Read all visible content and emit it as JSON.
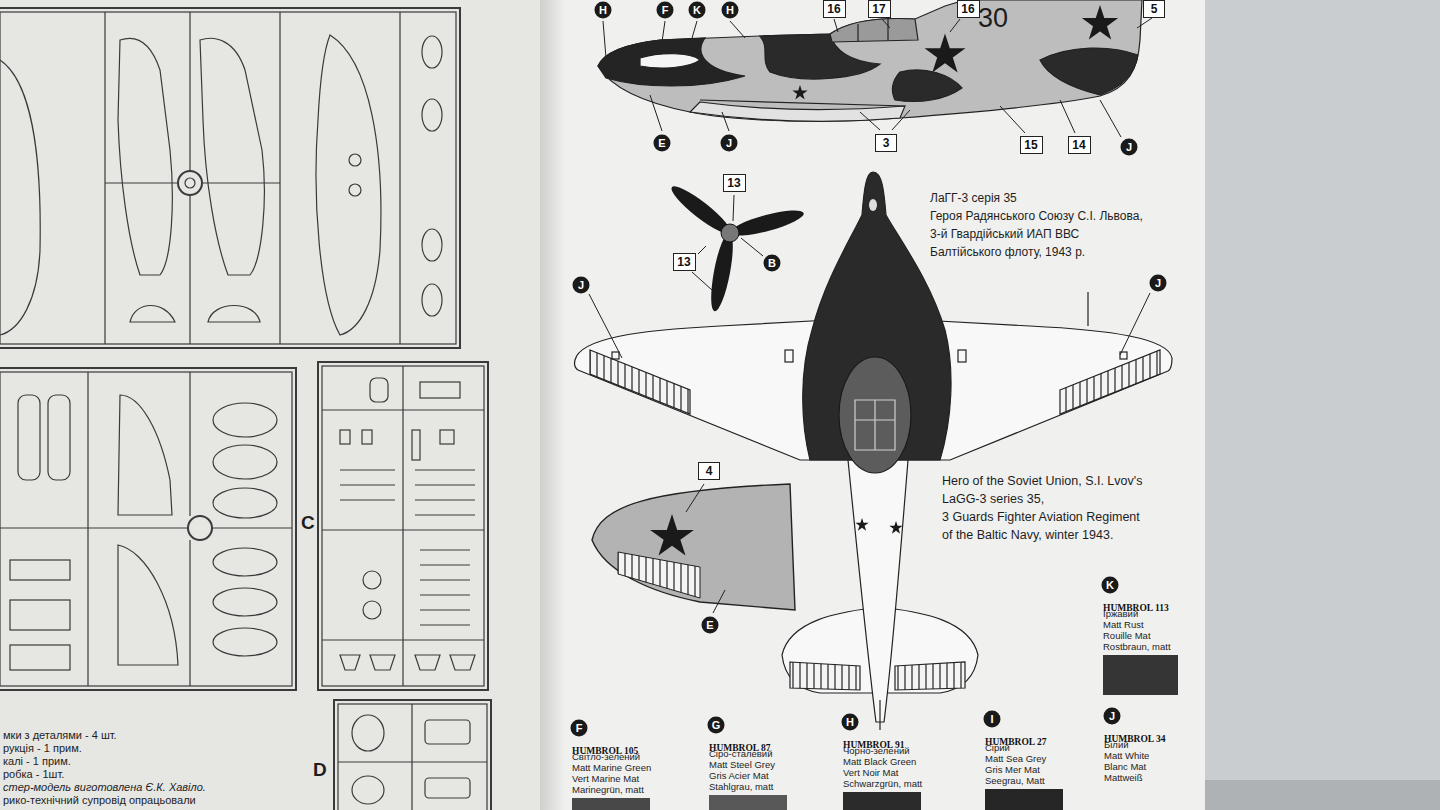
{
  "diagram": {
    "nodes": [
      {
        "text": [
          "H"
        ]
      },
      {
        "text": [
          "F"
        ]
      },
      {
        "text": [
          "K"
        ]
      },
      {
        "text": [
          "H"
        ]
      },
      {
        "text": [
          "16"
        ]
      },
      {
        "text": [
          "17"
        ]
      },
      {
        "text": [
          "16"
        ]
      },
      {
        "text": [
          "5"
        ]
      },
      {
        "text": [
          "3"
        ]
      },
      {
        "text": [
          "15"
        ]
      },
      {
        "text": [
          "14"
        ]
      },
      {
        "text": [
          "J"
        ]
      },
      {
        "text": [
          "E"
        ]
      },
      {
        "text": [
          "J"
        ]
      },
      {
        "text": [
          "13"
        ]
      },
      {
        "text": [
          "13"
        ]
      },
      {
        "text": [
          "B"
        ]
      },
      {
        "text": [
          "J"
        ]
      },
      {
        "text": [
          "J"
        ]
      },
      {
        "text": [
          "4"
        ]
      },
      {
        "text": [
          "E"
        ]
      },
      {
        "text": [
          "K"
        ]
      },
      {
        "text": [
          "F"
        ]
      },
      {
        "text": [
          "G"
        ]
      },
      {
        "text": [
          "H"
        ]
      },
      {
        "text": [
          "I"
        ]
      },
      {
        "text": [
          "J"
        ]
      }
    ],
    "labels": [
      "C",
      "D",
      "мки з деталями - 4 шт.",
      "рукція - 1 прим.",
      "калі - 1 прим.",
      "робка - 1шт.",
      "стер-модель виготовлена Є.К. Хавіло.",
      "рико-технічний супровід опрацьовали",
      "30",
      "ЛаГГ-3 серія 35",
      "Героя Радянського Союзу С.І. Львова,",
      "3-й Гвардійський ИАП ВВС",
      "Балтійського флоту, 1943 р.",
      "Hero of the Soviet Union, S.I. Lvov's",
      "LaGG-3 series 35,",
      "3 Guards  Fighter Aviation Regiment",
      "of the Baltic Navy, winter 1943.",
      "Іржавий",
      "Matt Rust",
      "Rouille Mat",
      "Rostbraun, matt",
      "Світло-зелений",
      "Matt Marine Green",
      "Vert Marine Mat",
      "Marinegrün, matt",
      "Сіро-сталевий",
      "Matt Steel Grey",
      "Gris Acier Mat",
      "Stahlgrau, matt",
      "Чорно-зелений",
      "Matt Black Green",
      "Vert Noir Mat",
      "Schwarzgrün, matt",
      "Сірий",
      "Matt Sea Grey",
      "Gris Mer Mat",
      "Seegrau, Matt",
      "Білий",
      "Matt White",
      "Blanc Mat",
      "Mattweiß"
    ],
    "legend": [
      {
        "text": "HUMBROL 113",
        "color": "#353535"
      },
      {
        "text": "HUMBROL 105",
        "color": "#484848"
      },
      {
        "text": "HUMBROL 87",
        "color": "#585858"
      },
      {
        "text": "HUMBROL 91",
        "color": "#2b2b2b"
      },
      {
        "text": "HUMBROL 27",
        "color": "#262626"
      },
      {
        "text": "HUMBROL 34"
      }
    ]
  }
}
